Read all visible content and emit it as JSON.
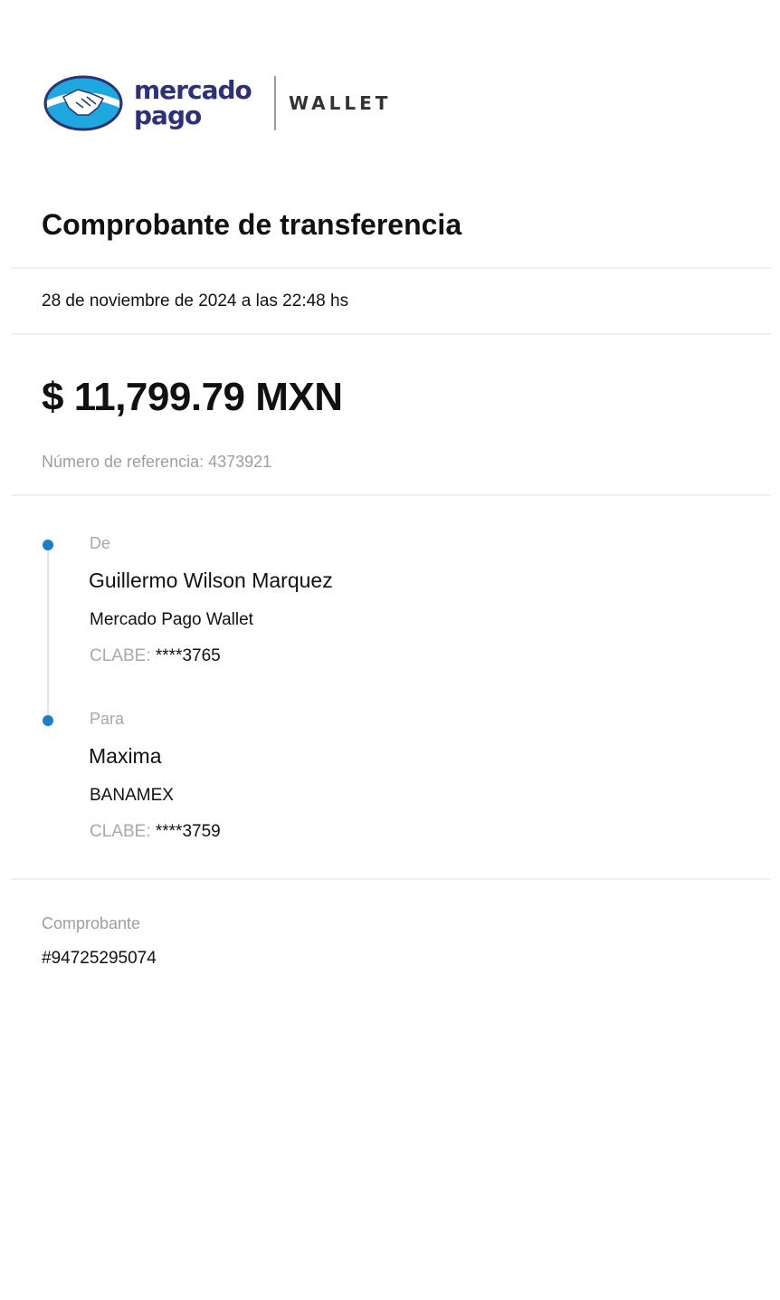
{
  "brand": {
    "line1": "mercado",
    "line2": "pago",
    "product": "WALLET",
    "primary_color": "#2d3277",
    "accent_color": "#1fa7e0"
  },
  "receipt": {
    "title": "Comprobante de transferencia",
    "datetime": "28 de noviembre de 2024 a las 22:48 hs",
    "amount": "$ 11,799.79 MXN",
    "reference_label": "Número de referencia:",
    "reference_value": "4373921"
  },
  "from": {
    "label": "De",
    "name": "Guillermo Wilson Marquez",
    "institution": "Mercado Pago Wallet",
    "clabe_label": "CLABE:",
    "clabe_value": "****3765"
  },
  "to": {
    "label": "Para",
    "name": "Maxima",
    "institution": "BANAMEX",
    "clabe_label": "CLABE:",
    "clabe_value": "****3759"
  },
  "voucher": {
    "label": "Comprobante",
    "number": "#94725295074"
  },
  "colors": {
    "timeline_dot": "#1a7fc9",
    "muted_text": "#9e9e9e"
  }
}
